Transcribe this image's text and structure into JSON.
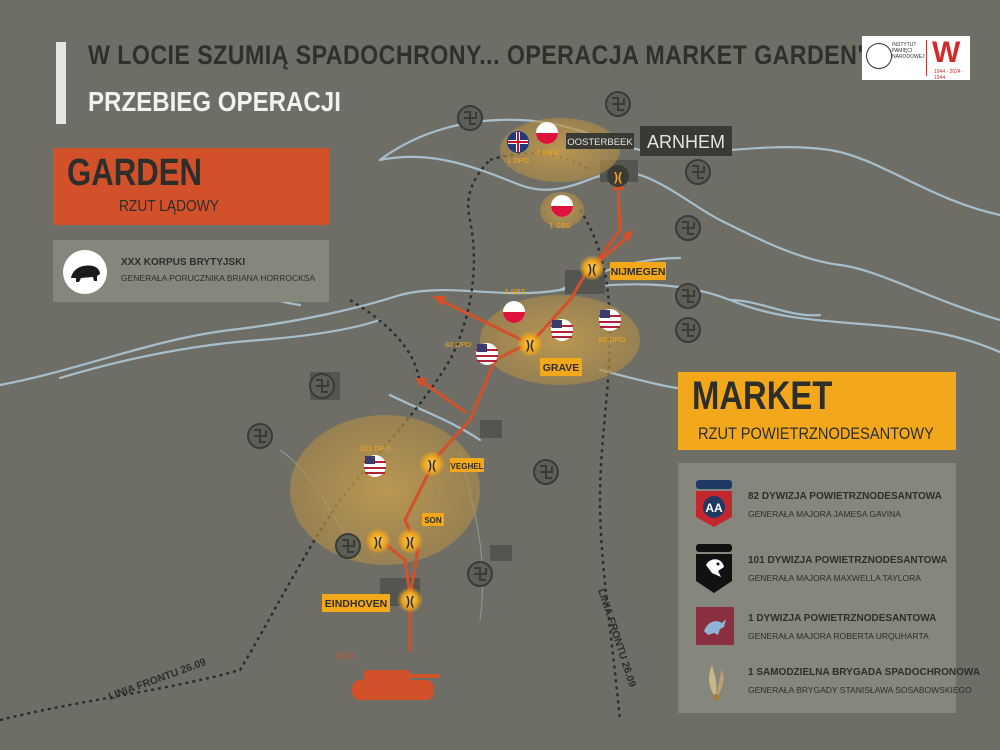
{
  "header": {
    "title": "W LOCIE SZUMIĄ SPADOCHRONY... OPERACJA MARKET GARDEN\"",
    "subtitle": "PRZEBIEG OPERACJI"
  },
  "logo": {
    "institute_text": "INSTYTUT PAMIĘCI NARODOWEJ",
    "mark": "W",
    "years": "1944 · 2024 · 1944"
  },
  "garden": {
    "title": "GARDEN",
    "subtitle": "RZUT LĄDOWY",
    "corps_name": "XXX KORPUS BRYTYJSKI",
    "corps_commander": "GENERAŁA PORUCZNIKA BRIANA HORROCKSA"
  },
  "market": {
    "title": "MARKET",
    "subtitle": "RZUT POWIETRZNODESANTOWY",
    "units": [
      {
        "name": "82 DYWIZJA POWIETRZNODESANTOWA",
        "commander": "GENERAŁA MAJORA JAMESA GAVINA",
        "icon": "82nd-airborne-patch-icon",
        "color": "#c4262e"
      },
      {
        "name": "101 DYWIZJA POWIETRZNODESANTOWA",
        "commander": "GENERAŁA MAJORA MAXWELLA TAYLORA",
        "icon": "101st-screaming-eagle-patch-icon",
        "color": "#111111"
      },
      {
        "name": "1 DYWIZJA POWIETRZNODESANTOWA",
        "commander": "GENERAŁA MAJORA ROBERTA URQUHARTA",
        "icon": "pegasus-patch-icon",
        "color": "#8a2f3f"
      },
      {
        "name": "1 SAMODZIELNA BRYGADA SPADOCHRONOWA",
        "commander": "GENERAŁA BRYGADY STANISŁAWA SOSABOWSKIEGO",
        "icon": "parachute-eagle-badge-icon",
        "color": "#c9b58a"
      }
    ]
  },
  "map": {
    "places": {
      "arnhem": "ARNHEM",
      "oosterbeek": "OOSTERBEEK",
      "nijmegen": "NIJMEGEN",
      "grave": "GRAVE",
      "veghel": "VEGHEL",
      "son": "SON",
      "eindhoven": "EINDHOVEN"
    },
    "unit_labels": {
      "arnhem_british": "1 DPD",
      "arnhem_polish": "1 SBS",
      "driel_polish": "1 SBS",
      "grave_polish": "1 SBS",
      "grave_82_west": "82 DPD",
      "grave_82_east": "82 DPD",
      "veghel_101": "101 DPD"
    },
    "corps_marker": "XXX",
    "front_line_west": "LINIA FRONTU 26.09",
    "front_line_east": "LINIA FRONTU 26.09",
    "colors": {
      "background": "#6e6e66",
      "river": "#9fb8c6",
      "arrow": "#d2512a",
      "drop_zone": "#c49a4a",
      "bridge": "#f3a81c",
      "enemy": "#5a5a54"
    }
  }
}
